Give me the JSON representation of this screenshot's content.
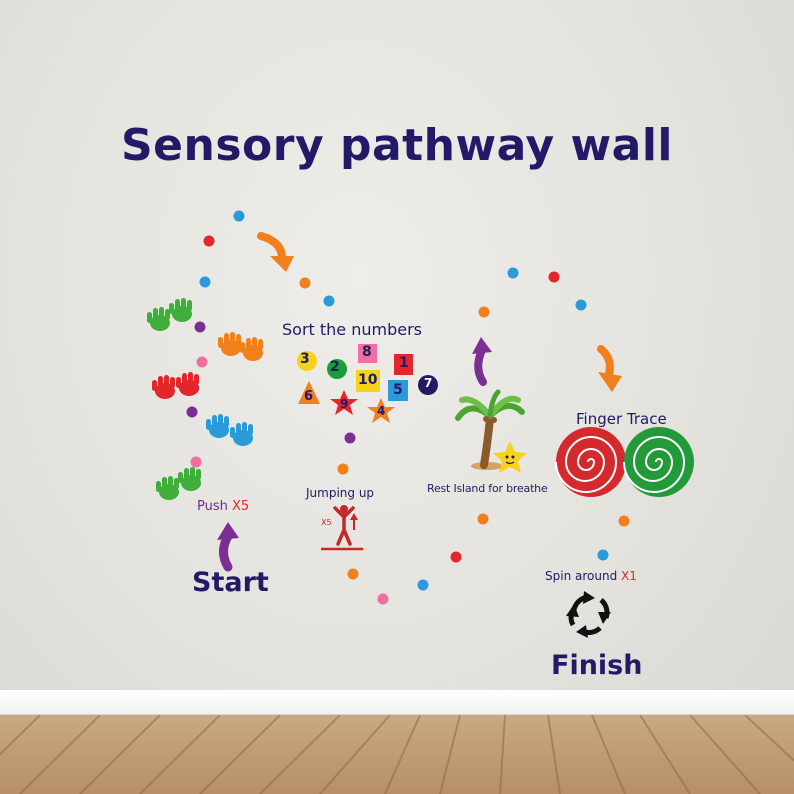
{
  "title": "Sensory pathway wall",
  "labels": {
    "sort": "Sort the numbers",
    "push": "Push",
    "push_count": "X5",
    "start": "Start",
    "jumping": "Jumping up",
    "jump_count": "X5",
    "rest": "Rest Island for breathe",
    "finger": "Finger Trace",
    "spin": "Spin around",
    "spin_count": "X1",
    "finish": "Finish"
  },
  "number_tiles": [
    "3",
    "2",
    "8",
    "1",
    "10",
    "5",
    "7",
    "6",
    "9",
    "4"
  ],
  "colors": {
    "navy": "#221a66",
    "red": "#e3262c",
    "green": "#1a9e3a",
    "blue": "#2a9ad8",
    "orange": "#f07f1c",
    "purple": "#7b2f95",
    "pink": "#f06ea0",
    "yellow": "#f7d21c"
  }
}
